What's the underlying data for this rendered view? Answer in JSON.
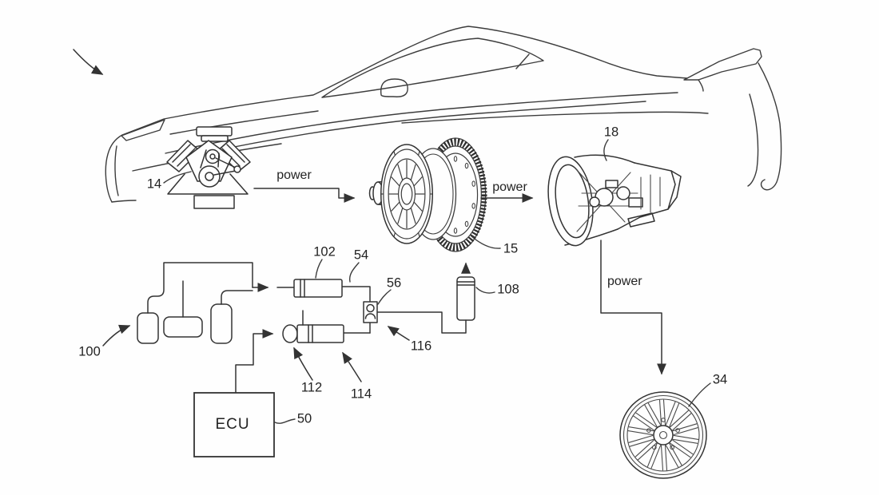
{
  "figure": {
    "background": "#fefefe",
    "ink": "#3c3c3c",
    "text_color": "#232323",
    "flow_labels": {
      "engine_to_clutch": "power",
      "clutch_to_transmission": "power",
      "transmission_to_wheel": "power"
    },
    "components": {
      "engine": {
        "ref": "14"
      },
      "clutch": {
        "ref": "15"
      },
      "transmission": {
        "ref": "18"
      },
      "wheel": {
        "ref": "34"
      },
      "ecu": {
        "ref": "50",
        "label": "ECU"
      },
      "conduit": {
        "ref": "54"
      },
      "valve": {
        "ref": "56"
      },
      "pedals": {
        "ref": "100"
      },
      "master_cylinder": {
        "ref": "102"
      },
      "reservoir": {
        "ref": "108"
      },
      "actuator": {
        "ref": "112"
      },
      "slave_cylinder": {
        "ref": "114"
      },
      "valve_pointer": {
        "ref": "116"
      }
    }
  }
}
